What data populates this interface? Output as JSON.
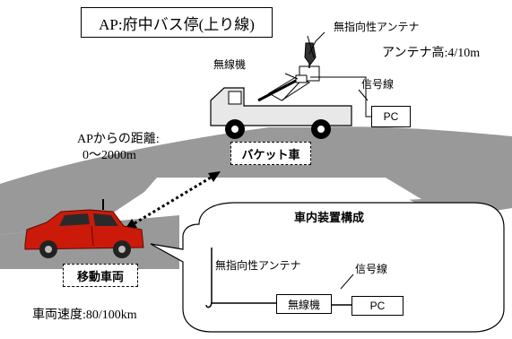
{
  "title": "AP:府中バス停(上り線)",
  "labels": {
    "omni_antenna_top": "無指向性アンテナ",
    "antenna_height": "アンテナ高:4/10m",
    "radio_unit_top": "無線機",
    "signal_line_top": "信号線",
    "pc_top": "PC",
    "distance_line1": "APからの距離:",
    "distance_line2": "0〜2000m",
    "bucket_truck": "バケット車",
    "mobile_vehicle": "移動車両",
    "vehicle_speed": "車両速度:80/100km"
  },
  "inset": {
    "title": "車内装置構成",
    "omni_antenna": "無指向性アンテナ",
    "signal_line": "信号線",
    "radio_unit": "無線機",
    "pc": "PC"
  },
  "colors": {
    "road": "#999999",
    "truck_body": "#e8e8e8",
    "car_body": "#cc1a0a"
  }
}
